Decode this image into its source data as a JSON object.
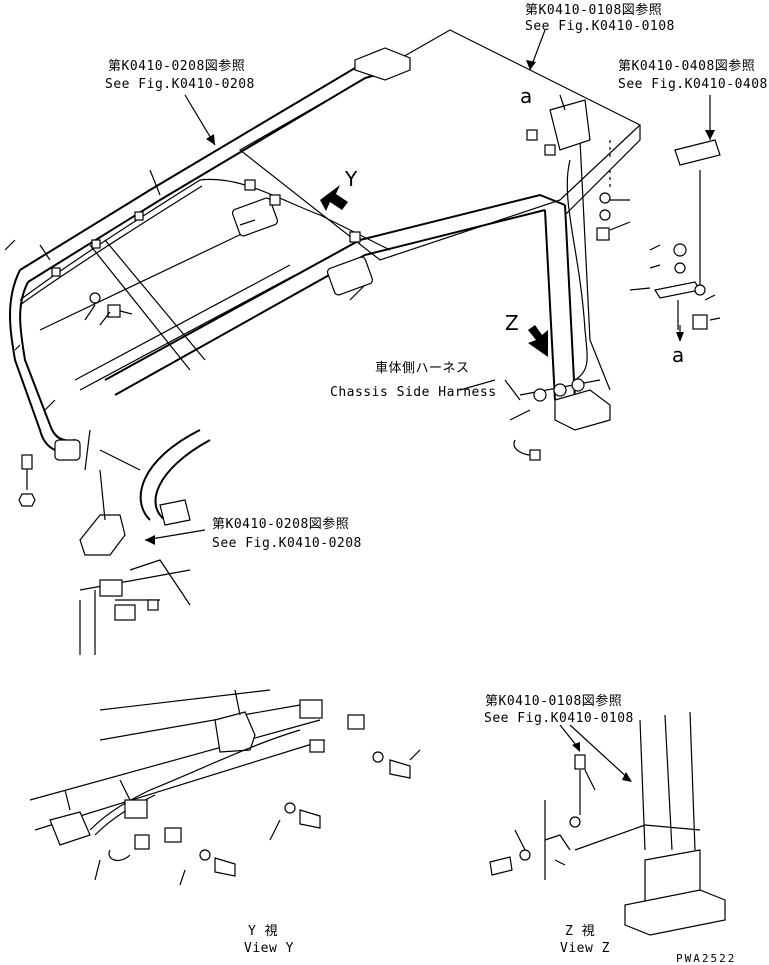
{
  "refs": {
    "top_right_jp": "第K0410-0108図参照",
    "top_right_en": "See Fig.K0410-0108",
    "top_left_jp": "第K0410-0208図参照",
    "top_left_en": "See Fig.K0410-0208",
    "right_jp": "第K0410-0408図参照",
    "right_en": "See Fig.K0410-0408",
    "bottom_mid_jp": "第K0410-0208図参照",
    "bottom_mid_en": "See Fig.K0410-0208",
    "view_z_ref_jp": "第K0410-0108図参照",
    "view_z_ref_en": "See Fig.K0410-0108"
  },
  "harness": {
    "jp": "車体側ハーネス",
    "en": "Chassis Side Harness"
  },
  "callouts": {
    "a_top": "a",
    "a_right": "a",
    "y": "Y",
    "z": "Z"
  },
  "views": {
    "y_jp": "Y 視",
    "y_en": "View Y",
    "z_jp": "Z 視",
    "z_en": "View Z"
  },
  "drawing_code": "PWA2522"
}
